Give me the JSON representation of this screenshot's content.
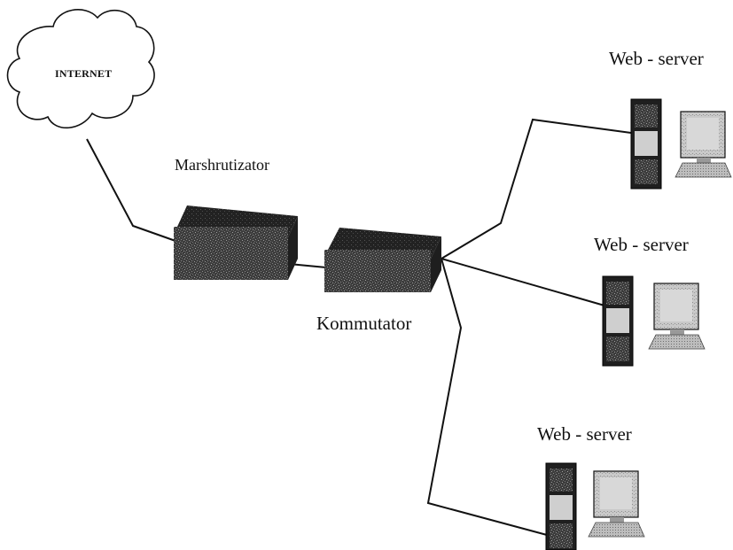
{
  "nodes": {
    "internet": {
      "label": "INTERNET"
    },
    "router": {
      "label": "Marshrutizator"
    },
    "switch": {
      "label": "Kommutator"
    },
    "servers": [
      {
        "label": "Web - server"
      },
      {
        "label": "Web - server"
      },
      {
        "label": "Web - server"
      }
    ]
  },
  "colors": {
    "line": "#111111",
    "device_dark": "#3a3a3a",
    "device_mid": "#6b6b6b",
    "monitor_gray": "#b5b5b5",
    "tower_dark": "#2a2a2a",
    "tower_light": "#d0d0d0"
  },
  "connections": [
    [
      "internet",
      "router"
    ],
    [
      "router",
      "switch"
    ],
    [
      "switch",
      "server-1"
    ],
    [
      "switch",
      "server-2"
    ],
    [
      "switch",
      "server-3"
    ]
  ]
}
